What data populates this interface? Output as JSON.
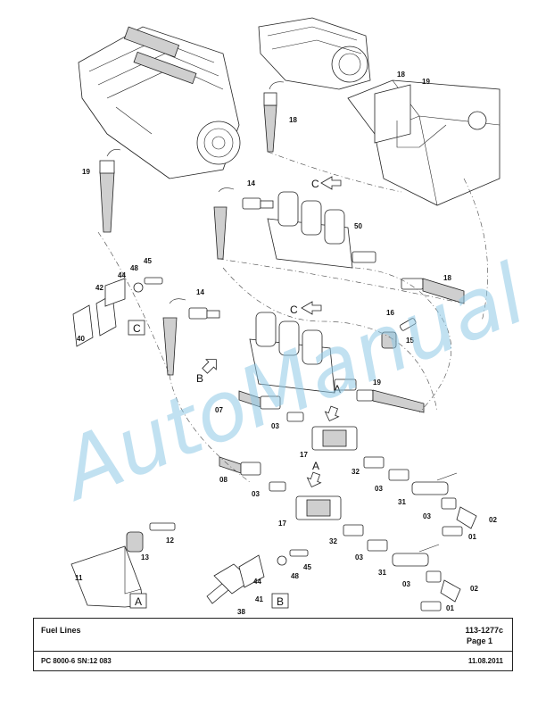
{
  "watermark": "AutoManual",
  "callouts": [
    "18",
    "19",
    "18",
    "19",
    "14",
    "50",
    "14",
    "18",
    "48",
    "45",
    "44",
    "42",
    "40",
    "16",
    "15",
    "19",
    "07",
    "03",
    "17",
    "32",
    "03",
    "31",
    "03",
    "02",
    "01",
    "08",
    "03",
    "17",
    "32",
    "03",
    "31",
    "03",
    "02",
    "01",
    "13",
    "12",
    "11",
    "45",
    "48",
    "44",
    "41",
    "38"
  ],
  "view_boxes": {
    "a": "A",
    "b": "B",
    "c": "C"
  },
  "view_arrows": {
    "c_top": "C",
    "c_mid": "C",
    "b": "B",
    "a_top": "A",
    "a_bottom": "A"
  },
  "title_block": {
    "title": "Fuel Lines",
    "drawing_no": "113-1277c",
    "page": "Page 1",
    "model": "PC 8000-6 SN:12 083",
    "date": "11.08.2011"
  }
}
